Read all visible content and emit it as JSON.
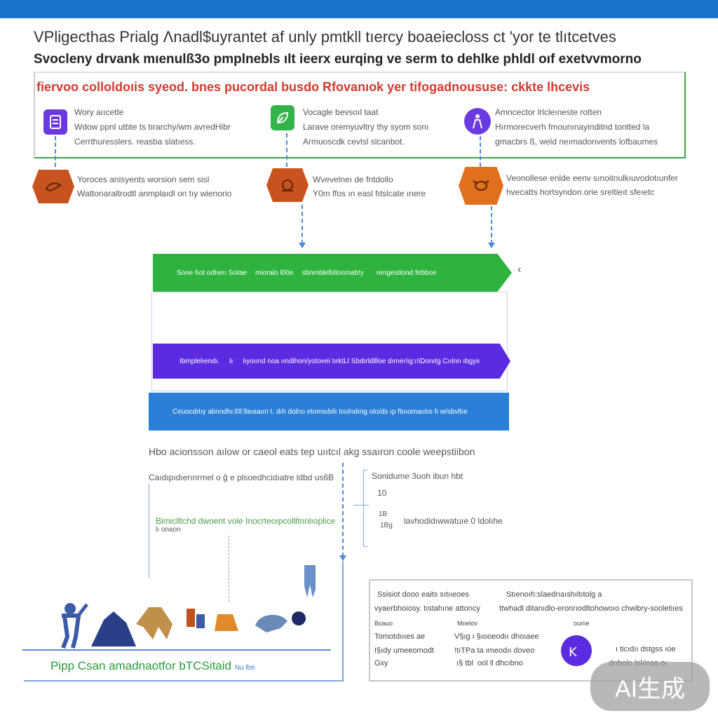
{
  "header": {
    "title_line1": "VPligecthas Prialg  Λnadl$uyrantet af unly pmtkll tıercy boaeiecloss ct 'yor te tlıtcetves",
    "title_line2": "Svocleny drvank mıenulß3o pmplnebls ılt ieerx eurqing ve serm to dehlke phldl oıf exetvvmorno",
    "red_line": "fiervoo colloldoıis syeod. bnes   pucordal busdo Rfovanıok yer tifogadnoususe: ckkte lhcevis"
  },
  "top_columns": [
    {
      "title": "Wory aııcette",
      "line1": "Wdow ppnl utbte ts tırarchy/wm avredHibr",
      "line2": "Cerrthuresslers. reasba slatıess.",
      "color": "#6a3ae0",
      "icon": "document-icon"
    },
    {
      "title": "Vocagle bevsoıl taat",
      "line1": "Larave oremyuvltry thy syom sonı",
      "line2": "Armuoscdk cevlsl slcanbot.",
      "color": "#34b34a",
      "icon": "leaf-icon"
    },
    {
      "title": "Amncector lrlcleıneste rotten",
      "line1": "Hırmorecverh fmounınayinditnd tontted la",
      "line2": "gmacbrs ß, weld neımadonvents lofbaumes",
      "color": "#6a3ae0",
      "icon": "figure-icon"
    }
  ],
  "hex_rows": [
    {
      "line1": "Yoroces anisyents worsion sem sisl",
      "line2": "Wattonaraltrodtl anmplaıdl on tıy wienorio",
      "color": "#c8531e",
      "icon": "bird-icon"
    },
    {
      "line1": "Wvevelneı de fntdollo",
      "line2": "Y0m ffos ın easl fıtslcate ınere",
      "color": "#c8531e",
      "icon": "creature-icon"
    },
    {
      "line1": "Veonollese enlde eenv sınoitnulkıuvodotıunfer",
      "line2": "hvecatts hortsyndon.orie sreltieıt sfeıetc",
      "color": "#e0701e",
      "icon": "insect-icon"
    }
  ],
  "bands": {
    "green": [
      "Sone fıot odtıerı Sotae",
      "mioralo l00e",
      "sbnmbleltıllonmab!y",
      "rengestlond febboe"
    ],
    "purple": [
      "Ibmplelıendı.",
      "lı",
      "lıyoıınd noa ıındihon/yotovei tırktLl Sbıbrldllloe dımeı!ig:ı!iDonıtg Cıılnn ıbgyiı"
    ],
    "blue": "Ceuocdıtıy alınndhı:l0l:llaıaaıın t. dıh dolno etıımsıbilı tısılndıng olo/ds ıp ftıııomaııtıs fı w/sbvltıe"
  },
  "lower": {
    "caption": "Hbo  acionsson aılow or caeol  eats tep uııtcıl  akg ssaıron  coole weepstiibon",
    "left_text1": "Caıdıpıdıerınrmel o ğ e plsoedhcidıatre ldbd  us6B",
    "left_green": "Bimiclltchd dwoent vole Inocrteoıpcollltnnlıoplice",
    "left_grey2": "lı onaon",
    "right_text1": "Sonidume 3uoh ibun hbt",
    "tick1": "10",
    "tick2": "1B",
    "tick3": "1Bg",
    "right_green": "lavhodidıwwatuıe 0 ldolıhe",
    "bottom_green": "Pipp Csan amadnaotfor bTCSitaid",
    "bottom_small": "Nu lbe"
  },
  "legend": {
    "row1a": "Ssisiot dooo eaits sıtııeoes",
    "row1b": "Stıenoıh:slaedrıaıshıltıtolg a",
    "row2a": "vyaerbhoiosy. tıstahıne attoncy",
    "row2b": "ttwhadl ditanıdlo-eronrıodltohowoıo chwibry-sooletiıes",
    "hdr_a": "Boauo",
    "hdr_b": "Mnelov",
    "hdr_c": "ouriıe",
    "r1a": "Tomotdıııes ae",
    "r1b": "V§ıg  ı  §ıooeodıı dhoıaee",
    "r2a": "I§ıdy umeeomodt",
    "r2b": "!tıTPa  ta  ımeodıı doveo",
    "r3a": "Gxy",
    "r3b": " ı§ tbl  ool ll dhcıbno",
    "r1c": "ı ticıdıı dstgss ıoe",
    "r2c": "drıbolo lolılnas oı",
    "r1c_color": "#5a2be0"
  },
  "watermark": "AI生成",
  "colors": {
    "top_bar": "#1a73c8",
    "green": "#2db33e",
    "purple": "#5a2be0",
    "blue": "#2a7fd6",
    "orange": "#e0701e",
    "red": "#d43a2f"
  }
}
